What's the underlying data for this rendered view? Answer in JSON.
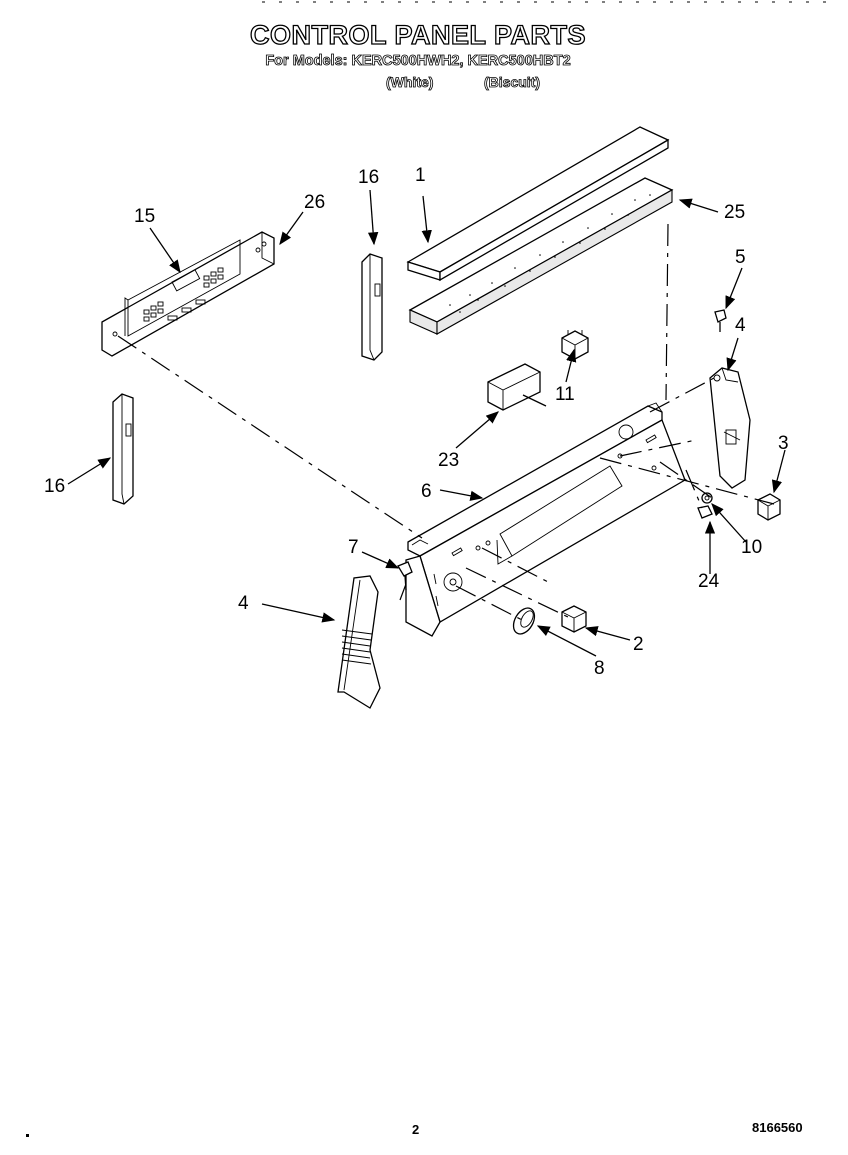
{
  "header": {
    "title": "CONTROL PANEL PARTS",
    "models_line": "For Models: KERC500HWH2, KERC500HBT2",
    "variant_white": "(White)",
    "variant_biscuit": "(Biscuit)"
  },
  "callouts": [
    "1",
    "25",
    "16",
    "15",
    "26",
    "5",
    "4",
    "11",
    "23",
    "3",
    "16",
    "6",
    "10",
    "24",
    "7",
    "4",
    "2",
    "8"
  ],
  "footer": {
    "page_number": "2",
    "doc_number": "8166560"
  }
}
